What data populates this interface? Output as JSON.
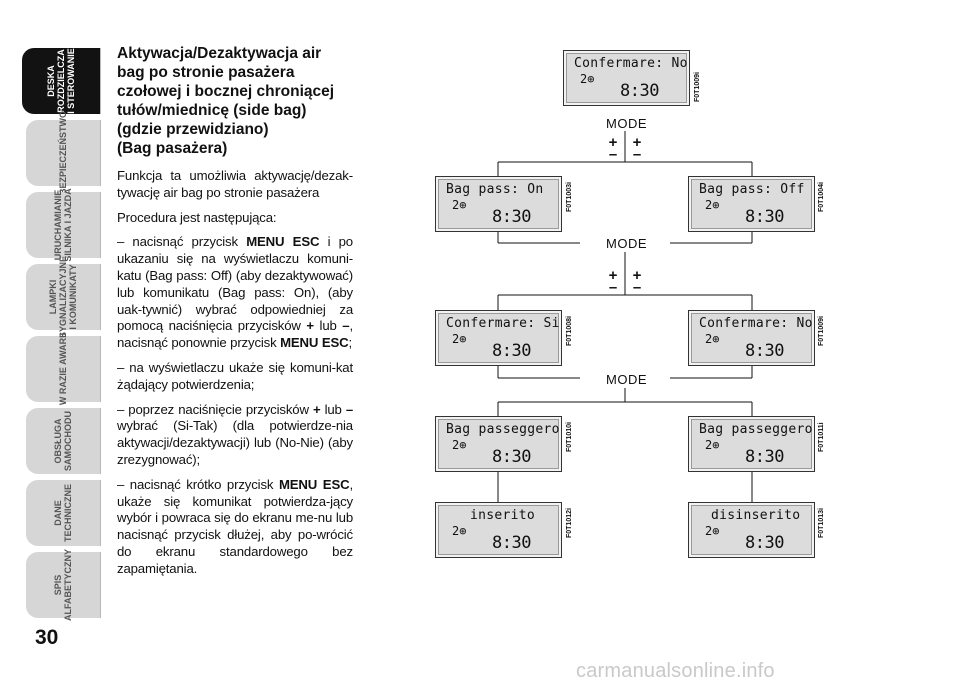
{
  "page_number": "30",
  "tabs": [
    {
      "label": "DESKA\nROZDZIELCZA\nI STEROWANIE",
      "active": true
    },
    {
      "label": "BEZPIECZEŃSTWO",
      "active": false
    },
    {
      "label": "URUCHAMIANIE\nSILNIKA I JAZDA",
      "active": false
    },
    {
      "label": "LAMPKI\nSYGNALIZACYJNE\nI KOMUNIKATY",
      "active": false
    },
    {
      "label": "W RAZIE AWARII",
      "active": false
    },
    {
      "label": "OBSŁUGA\nSAMOCHODU",
      "active": false
    },
    {
      "label": "DANE\nTECHNICZNE",
      "active": false
    },
    {
      "label": "SPIS\nALFABETYCZNY",
      "active": false
    }
  ],
  "heading": "Aktywacja/Dezaktywacja air\nbag po stronie pasażera\nczołowej i bocznej chroniącej\ntułów/miednicę (side bag)\n(gdzie przewidziano)\n(Bag pasażera)",
  "intro": "Funkcja ta umożliwia aktywację/dezak-tywację air bag po stronie pasażera",
  "procedure_label": "Procedura jest następująca:",
  "steps": {
    "s1_a": "– nacisnąć przycisk ",
    "s1_b": "MENU ESC",
    "s1_c": " i po ukazaniu się na wyświetlaczu komuni-katu (Bag pass: Off) (aby dezaktywować) lub komunikatu (Bag pass: On), (aby uak-tywnić) wybrać odpowiedniej za pomocą naciśnięcia przycisków ",
    "s1_d": "+",
    "s1_e": " lub ",
    "s1_f": "–",
    "s1_g": ", nacisnąć ponownie przycisk ",
    "s1_h": "MENU ESC",
    "s1_i": ";",
    "s2": "– na wyświetlaczu ukaże się komuni-kat żądający potwierdzenia;",
    "s3_a": "– poprzez naciśnięcie przycisków ",
    "s3_b": "+",
    "s3_c": " lub ",
    "s3_d": "–",
    "s3_e": " wybrać (Si-Tak) (dla potwierdze-nia aktywacji/dezaktywacji) lub (No-Nie) (aby zrezygnować);",
    "s4_a": "– nacisnąć krótko przycisk ",
    "s4_b": "MENU ESC",
    "s4_c": ", ukaże się komunikat potwierdza-jący wybór i powraca się do ekranu me-nu lub nacisnąć przycisk dłużej, aby po-wrócić do ekranu standardowego bez zapamiętania."
  },
  "diagram": {
    "mode_label": "MODE",
    "plus": "+",
    "minus": "–",
    "screens": [
      {
        "line1": "Confermare: No",
        "line2": "2⊕",
        "time": "8:30",
        "code": "F0T1009i"
      },
      {
        "line1": "Bag pass: On",
        "line2": "2⊕",
        "time": "8:30",
        "code": "F0T1003i"
      },
      {
        "line1": "Bag pass: Off",
        "line2": "2⊕",
        "time": "8:30",
        "code": "F0T1004i"
      },
      {
        "line1": "Confermare: Si",
        "line2": "2⊕",
        "time": "8:30",
        "code": "F0T1008i"
      },
      {
        "line1": "Confermare: No",
        "line2": "2⊕",
        "time": "8:30",
        "code": "F0T1009i"
      },
      {
        "line1": "Bag passeggero",
        "line2": "2⊕",
        "time": "8:30",
        "code": "F0T1010i"
      },
      {
        "line1": "Bag passeggero",
        "line2": "2⊕",
        "time": "8:30",
        "code": "F0T1011i"
      },
      {
        "line1": "inserito",
        "line2": "2⊕",
        "time": "8:30",
        "code": "F0T1012i"
      },
      {
        "line1": "disinserito",
        "line2": "2⊕",
        "time": "8:30",
        "code": "F0T1013i"
      }
    ]
  },
  "watermark": "carmanualsonline.info"
}
